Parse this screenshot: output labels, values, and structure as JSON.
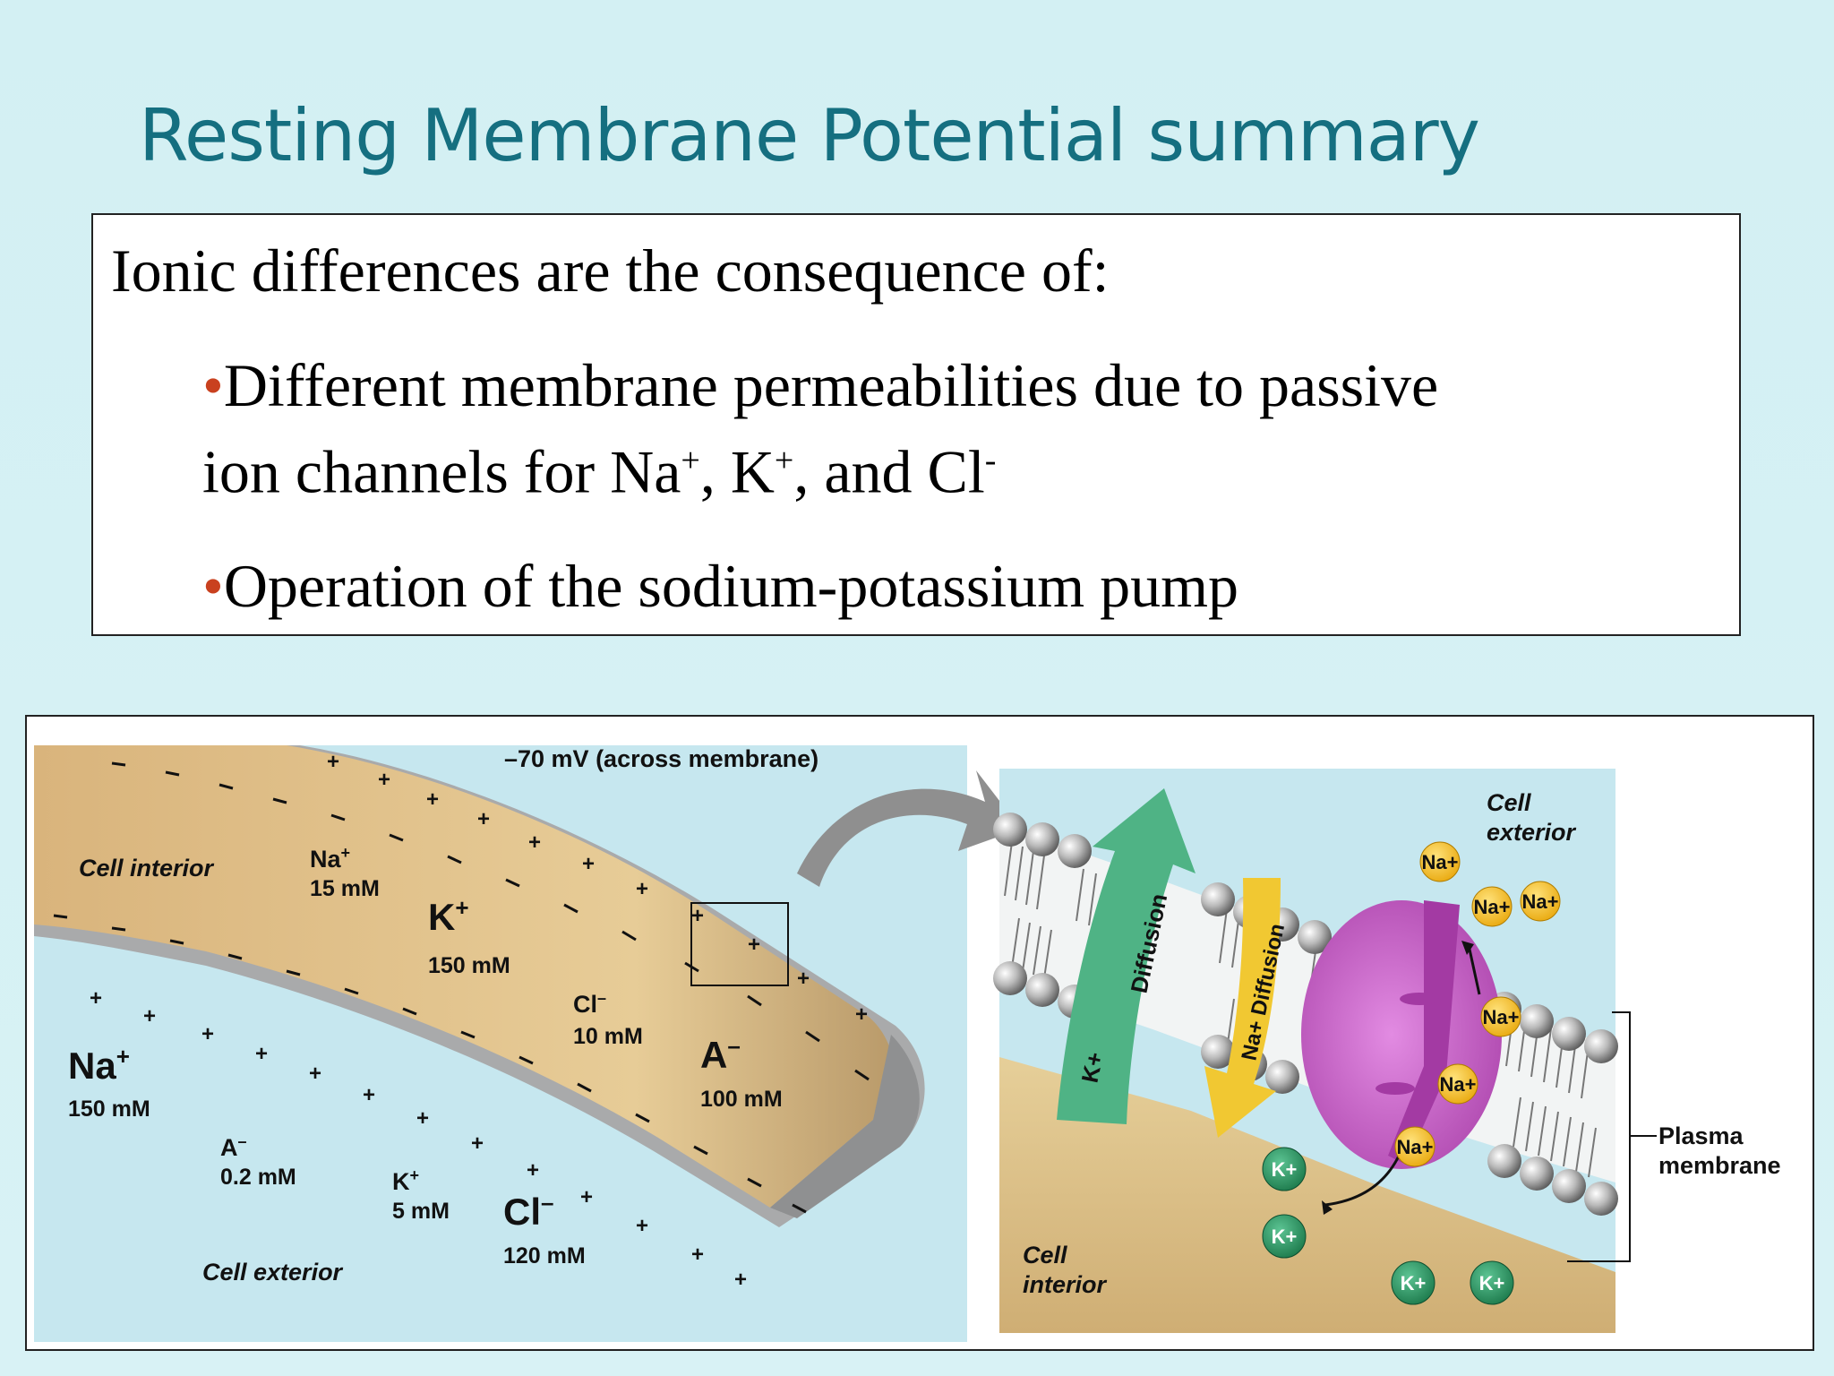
{
  "slide": {
    "title": "Resting Membrane Potential summary",
    "intro": "Ionic differences are the consequence of:",
    "bullets": [
      {
        "marker": "•",
        "line1": "Different membrane permeabilities due to passive",
        "line2_prefix": "ion channels for Na",
        "plus1": "+",
        "sep1": ", K",
        "plus2": "+",
        "sep2": ", and Cl",
        "minus": "-"
      },
      {
        "marker": "•",
        "text": "Operation of the sodium-potassium pump"
      }
    ]
  },
  "diagram": {
    "left": {
      "voltage": "–70 mV (across membrane)",
      "cell_interior": "Cell interior",
      "cell_exterior": "Cell exterior",
      "inside": {
        "na": {
          "ion": "Na",
          "charge": "+",
          "conc": "15 mM"
        },
        "k": {
          "ion": "K",
          "charge": "+",
          "conc": "150 mM"
        },
        "cl": {
          "ion": "Cl",
          "charge": "–",
          "conc": "10 mM"
        },
        "a": {
          "ion": "A",
          "charge": "–",
          "conc": "100 mM"
        }
      },
      "outside": {
        "na": {
          "ion": "Na",
          "charge": "+",
          "conc": "150 mM"
        },
        "a": {
          "ion": "A",
          "charge": "–",
          "conc": "0.2 mM"
        },
        "k": {
          "ion": "K",
          "charge": "+",
          "conc": "5 mM"
        },
        "cl": {
          "ion": "Cl",
          "charge": "–",
          "conc": "120 mM"
        }
      }
    },
    "right": {
      "cell_exterior_1": "Cell",
      "cell_exterior_2": "exterior",
      "cell_interior_1": "Cell",
      "cell_interior_2": "interior",
      "plasma_membrane_1": "Plasma",
      "plasma_membrane_2": "membrane",
      "k_diffusion": "Diffusion",
      "k_diffusion_ion": "K+",
      "na_diffusion": "Na+ Diffusion",
      "na_ion": "Na+",
      "k_ion": "K+"
    }
  },
  "colors": {
    "title": "#156f80",
    "bullet": "#c9411f",
    "background": "#d6f1f4",
    "exterior_blue": "#c6e7ef",
    "cytoplasm": "#d9b980",
    "pump": "#c25cc2",
    "na_ball": "#f2bd2a",
    "k_ball": "#2f9a66",
    "k_channel": "#4fb385",
    "na_channel": "#f1c832"
  }
}
